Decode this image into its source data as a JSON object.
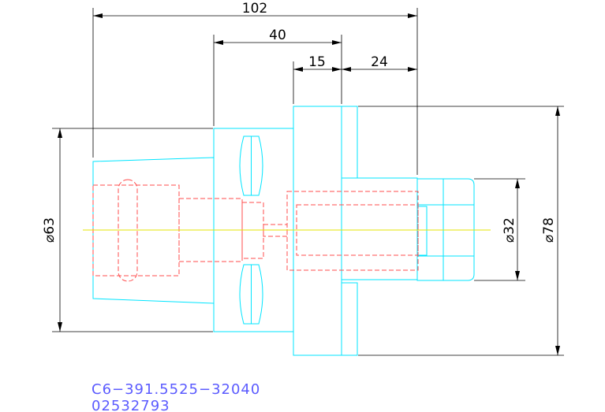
{
  "dimensions": {
    "overall_length": "102",
    "body_length": "40",
    "flange_width": "15",
    "shank_length": "24",
    "diameter_left": "⌀63",
    "diameter_shank": "⌀32",
    "diameter_flange": "⌀78"
  },
  "part_code": {
    "line1": "C6−391.5525−32040",
    "line2": "02532793"
  },
  "colors": {
    "outline": "#00e5ff",
    "hidden": "#ff4d4d",
    "centerline": "#e6e600",
    "dimension": "#000000",
    "code_text": "#5b5bff"
  }
}
